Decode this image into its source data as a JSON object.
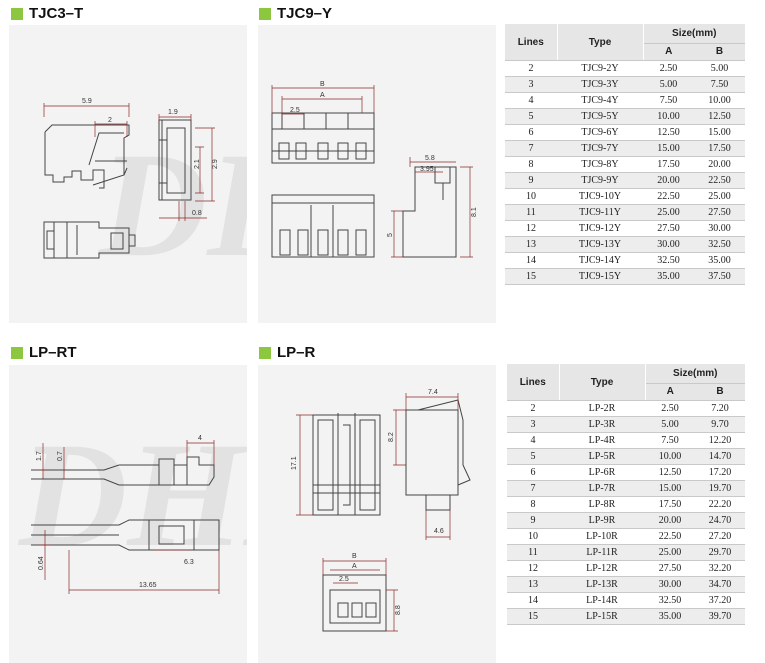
{
  "sections": {
    "tjc3t": {
      "title": "TJC3–T"
    },
    "tjc9y": {
      "title": "TJC9–Y"
    },
    "lprt": {
      "title": "LP–RT"
    },
    "lpr": {
      "title": "LP–R"
    }
  },
  "watermark": "DHL",
  "dims": {
    "tjc3t": [
      "5.9",
      "2",
      "1.9",
      "2.1",
      "2.9",
      "0.8"
    ],
    "tjc9y": [
      "B",
      "A",
      "2.5",
      "5.8",
      "3.95",
      "5",
      "8.1"
    ],
    "lprt": [
      "1.7",
      "0.7",
      "4",
      "0.64",
      "6.3",
      "13.65"
    ],
    "lpr": [
      "7.4",
      "8.2",
      "17.1",
      "4.6",
      "B",
      "A",
      "2.5",
      "8.8"
    ]
  },
  "table_tjc9": {
    "headers": {
      "lines": "Lines",
      "type": "Type",
      "size": "Size(mm)",
      "a": "A",
      "b": "B"
    },
    "rows": [
      [
        "2",
        "TJC9-2Y",
        "2.50",
        "5.00"
      ],
      [
        "3",
        "TJC9-3Y",
        "5.00",
        "7.50"
      ],
      [
        "4",
        "TJC9-4Y",
        "7.50",
        "10.00"
      ],
      [
        "5",
        "TJC9-5Y",
        "10.00",
        "12.50"
      ],
      [
        "6",
        "TJC9-6Y",
        "12.50",
        "15.00"
      ],
      [
        "7",
        "TJC9-7Y",
        "15.00",
        "17.50"
      ],
      [
        "8",
        "TJC9-8Y",
        "17.50",
        "20.00"
      ],
      [
        "9",
        "TJC9-9Y",
        "20.00",
        "22.50"
      ],
      [
        "10",
        "TJC9-10Y",
        "22.50",
        "25.00"
      ],
      [
        "11",
        "TJC9-11Y",
        "25.00",
        "27.50"
      ],
      [
        "12",
        "TJC9-12Y",
        "27.50",
        "30.00"
      ],
      [
        "13",
        "TJC9-13Y",
        "30.00",
        "32.50"
      ],
      [
        "14",
        "TJC9-14Y",
        "32.50",
        "35.00"
      ],
      [
        "15",
        "TJC9-15Y",
        "35.00",
        "37.50"
      ]
    ]
  },
  "table_lpr": {
    "headers": {
      "lines": "Lines",
      "type": "Type",
      "size": "Size(mm)",
      "a": "A",
      "b": "B"
    },
    "rows": [
      [
        "2",
        "LP-2R",
        "2.50",
        "7.20"
      ],
      [
        "3",
        "LP-3R",
        "5.00",
        "9.70"
      ],
      [
        "4",
        "LP-4R",
        "7.50",
        "12.20"
      ],
      [
        "5",
        "LP-5R",
        "10.00",
        "14.70"
      ],
      [
        "6",
        "LP-6R",
        "12.50",
        "17.20"
      ],
      [
        "7",
        "LP-7R",
        "15.00",
        "19.70"
      ],
      [
        "8",
        "LP-8R",
        "17.50",
        "22.20"
      ],
      [
        "9",
        "LP-9R",
        "20.00",
        "24.70"
      ],
      [
        "10",
        "LP-10R",
        "22.50",
        "27.20"
      ],
      [
        "11",
        "LP-11R",
        "25.00",
        "29.70"
      ],
      [
        "12",
        "LP-12R",
        "27.50",
        "32.20"
      ],
      [
        "13",
        "LP-13R",
        "30.00",
        "34.70"
      ],
      [
        "14",
        "LP-14R",
        "32.50",
        "37.20"
      ],
      [
        "15",
        "LP-15R",
        "35.00",
        "39.70"
      ]
    ]
  }
}
